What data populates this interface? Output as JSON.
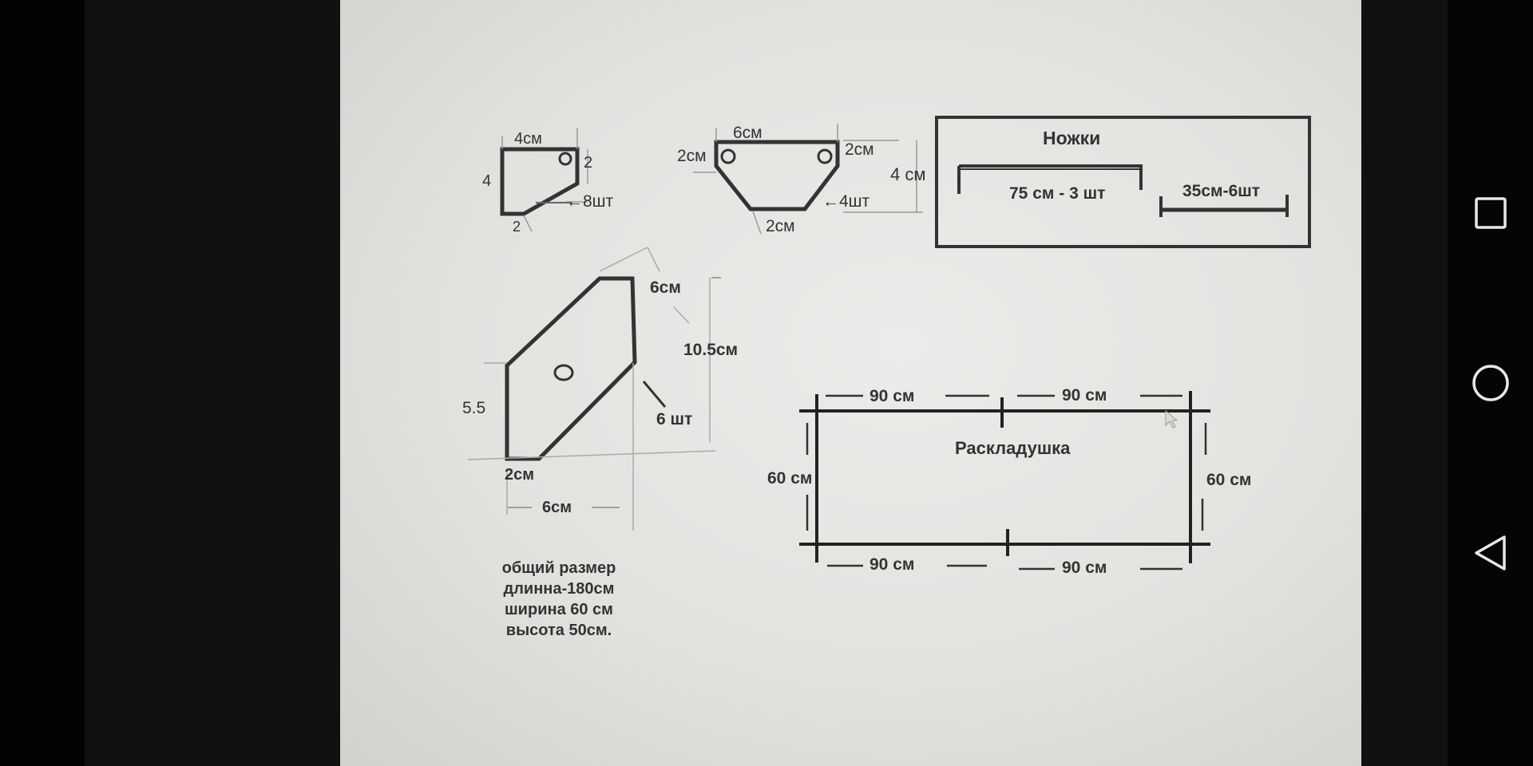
{
  "diagram": {
    "piece_small": {
      "top": "4см",
      "left": "4",
      "right": "2",
      "bottom": "2",
      "count": "←8шт"
    },
    "piece_trap": {
      "top": "6см",
      "left": "2см",
      "right": "2см",
      "height": "4 см",
      "bottom": "2см",
      "count": "←4шт"
    },
    "legs": {
      "title": "Ножки",
      "long": "75 см - 3 шт",
      "short": "35см-6шт"
    },
    "piece_large": {
      "top": "6см",
      "height": "10.5см",
      "left": "5.5",
      "count": "6 шт",
      "bottom_small": "2см",
      "bottom": "6см"
    },
    "overall": {
      "lines": [
        "общий размер",
        "длинна-180см",
        "ширина 60 см",
        "высота 50см."
      ]
    },
    "frame": {
      "title": "Раскладушка",
      "top_left": "90 см",
      "top_right": "90 см",
      "bottom_left": "90 см",
      "bottom_right": "90 см",
      "left": "60 см",
      "right": "60 см"
    }
  },
  "navbar": {
    "icons": [
      "square-icon",
      "circle-icon",
      "triangle-back-icon"
    ]
  }
}
